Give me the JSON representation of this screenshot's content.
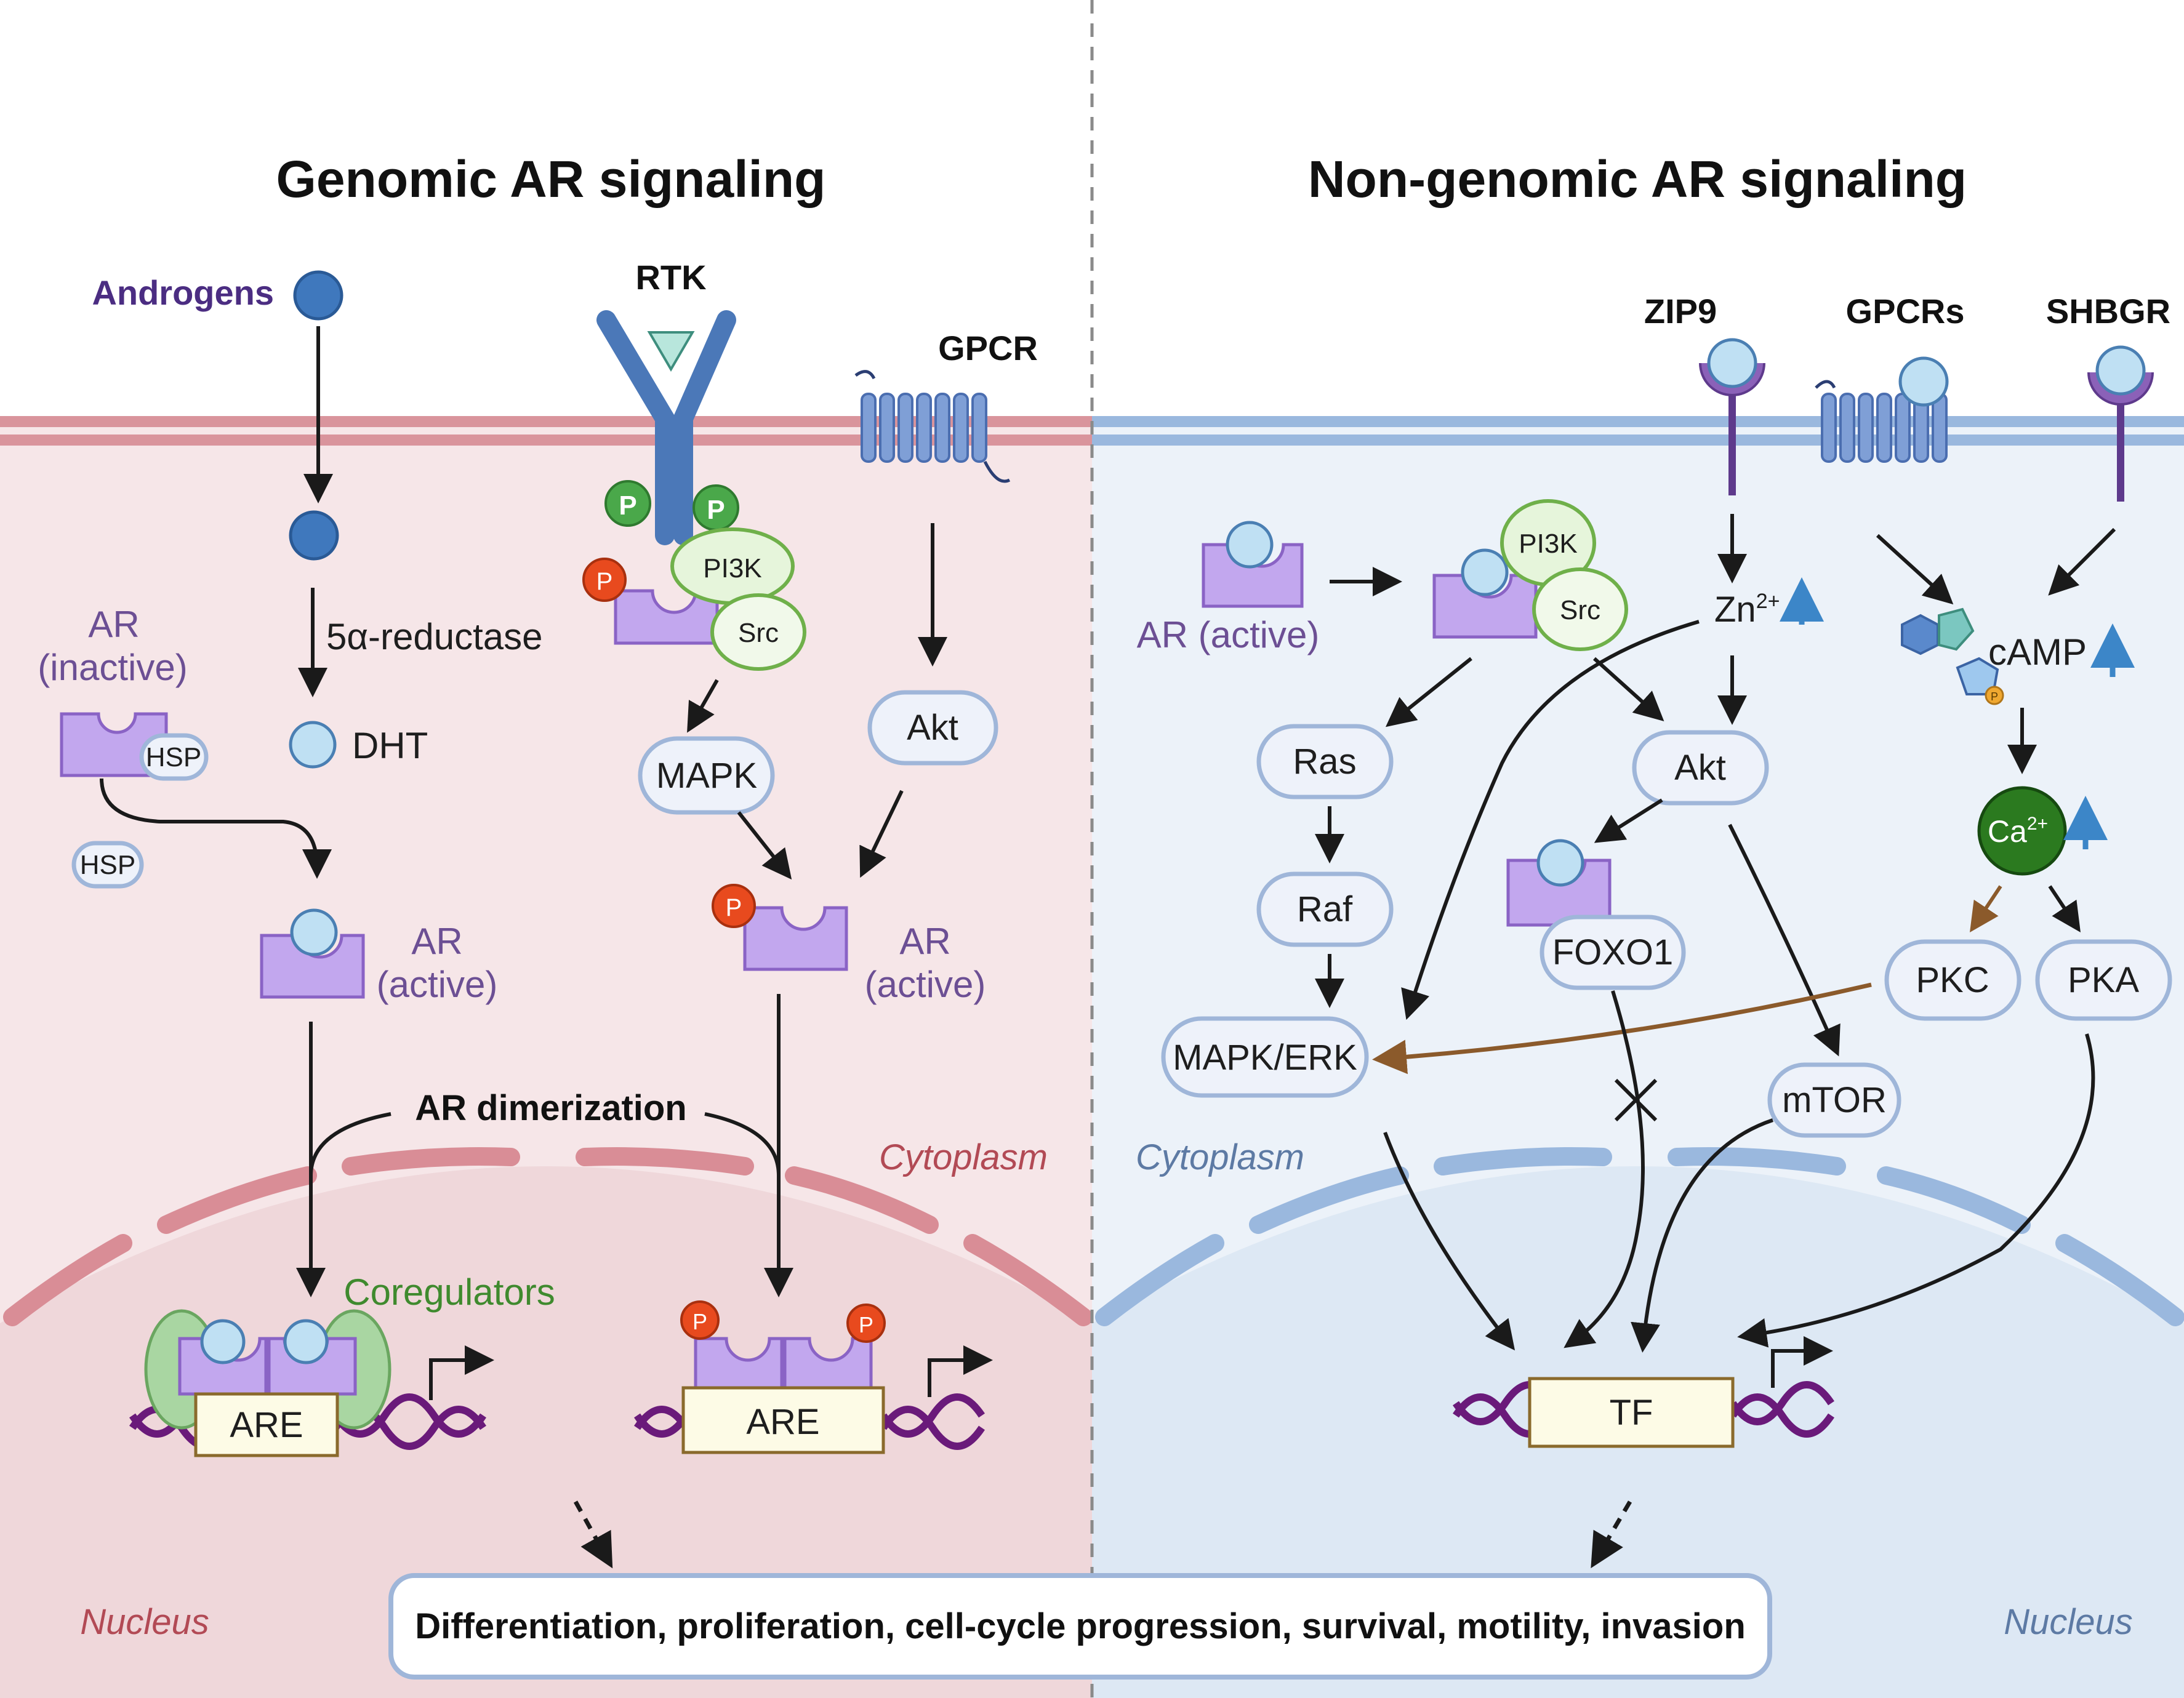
{
  "titles": {
    "left": "Genomic AR signaling",
    "right": "Non-genomic AR signaling"
  },
  "left": {
    "androgens": "Androgens",
    "enzyme": "5α-reductase",
    "dht": "DHT",
    "ar_inactive_1": "AR",
    "ar_inactive_2": "(inactive)",
    "hsp_bound": "HSP",
    "hsp_free": "HSP",
    "ar_active_1a": "AR",
    "ar_active_1b": "(active)",
    "rtk": "RTK",
    "gpcr": "GPCR",
    "p_left": "P",
    "p_right": "P",
    "p_red": "P",
    "pi3k": "PI3K",
    "src": "Src",
    "mapk": "MAPK",
    "akt": "Akt",
    "p_red_2": "P",
    "ar_active_2a": "AR",
    "ar_active_2b": "(active)",
    "dimerization": "AR dimerization",
    "cytoplasm": "Cytoplasm",
    "coregulators": "Coregulators",
    "are_1": "ARE",
    "are_2": "ARE",
    "p_dim_1": "P",
    "p_dim_2": "P",
    "nucleus": "Nucleus"
  },
  "right": {
    "zip9": "ZIP9",
    "gpcrs": "GPCRs",
    "shbgr": "SHBGR",
    "ar_active": "AR (active)",
    "pi3k": "PI3K",
    "src": "Src",
    "zn": "Zn",
    "zn_sup": "2+",
    "camp": "cAMP",
    "camp_p": "P",
    "ras": "Ras",
    "akt": "Akt",
    "raf": "Raf",
    "foxo1": "FOXO1",
    "ca": "Ca",
    "ca_sup": "2+",
    "pkc": "PKC",
    "pka": "PKA",
    "mapk_erk": "MAPK/ERK",
    "mtor": "mTOR",
    "cytoplasm": "Cytoplasm",
    "tf": "TF",
    "nucleus": "Nucleus"
  },
  "outcome": "Differentiation, proliferation, cell-cycle progression, survival, motility, invasion",
  "colors": {
    "left_bg": "#f6e6e8",
    "left_nucleus": "#efd7da",
    "right_bg": "#ecf2f9",
    "right_nucleus": "#dde8f4",
    "ar_protein": "#c2a7ee",
    "phospho_green": "#4aa84a",
    "phospho_red": "#e84a1e",
    "calcium": "#2b7a1f",
    "dna": "#6a1a7a",
    "brown_arrow": "#8b5a2b",
    "up_arrow_blue": "#3c86c8"
  }
}
